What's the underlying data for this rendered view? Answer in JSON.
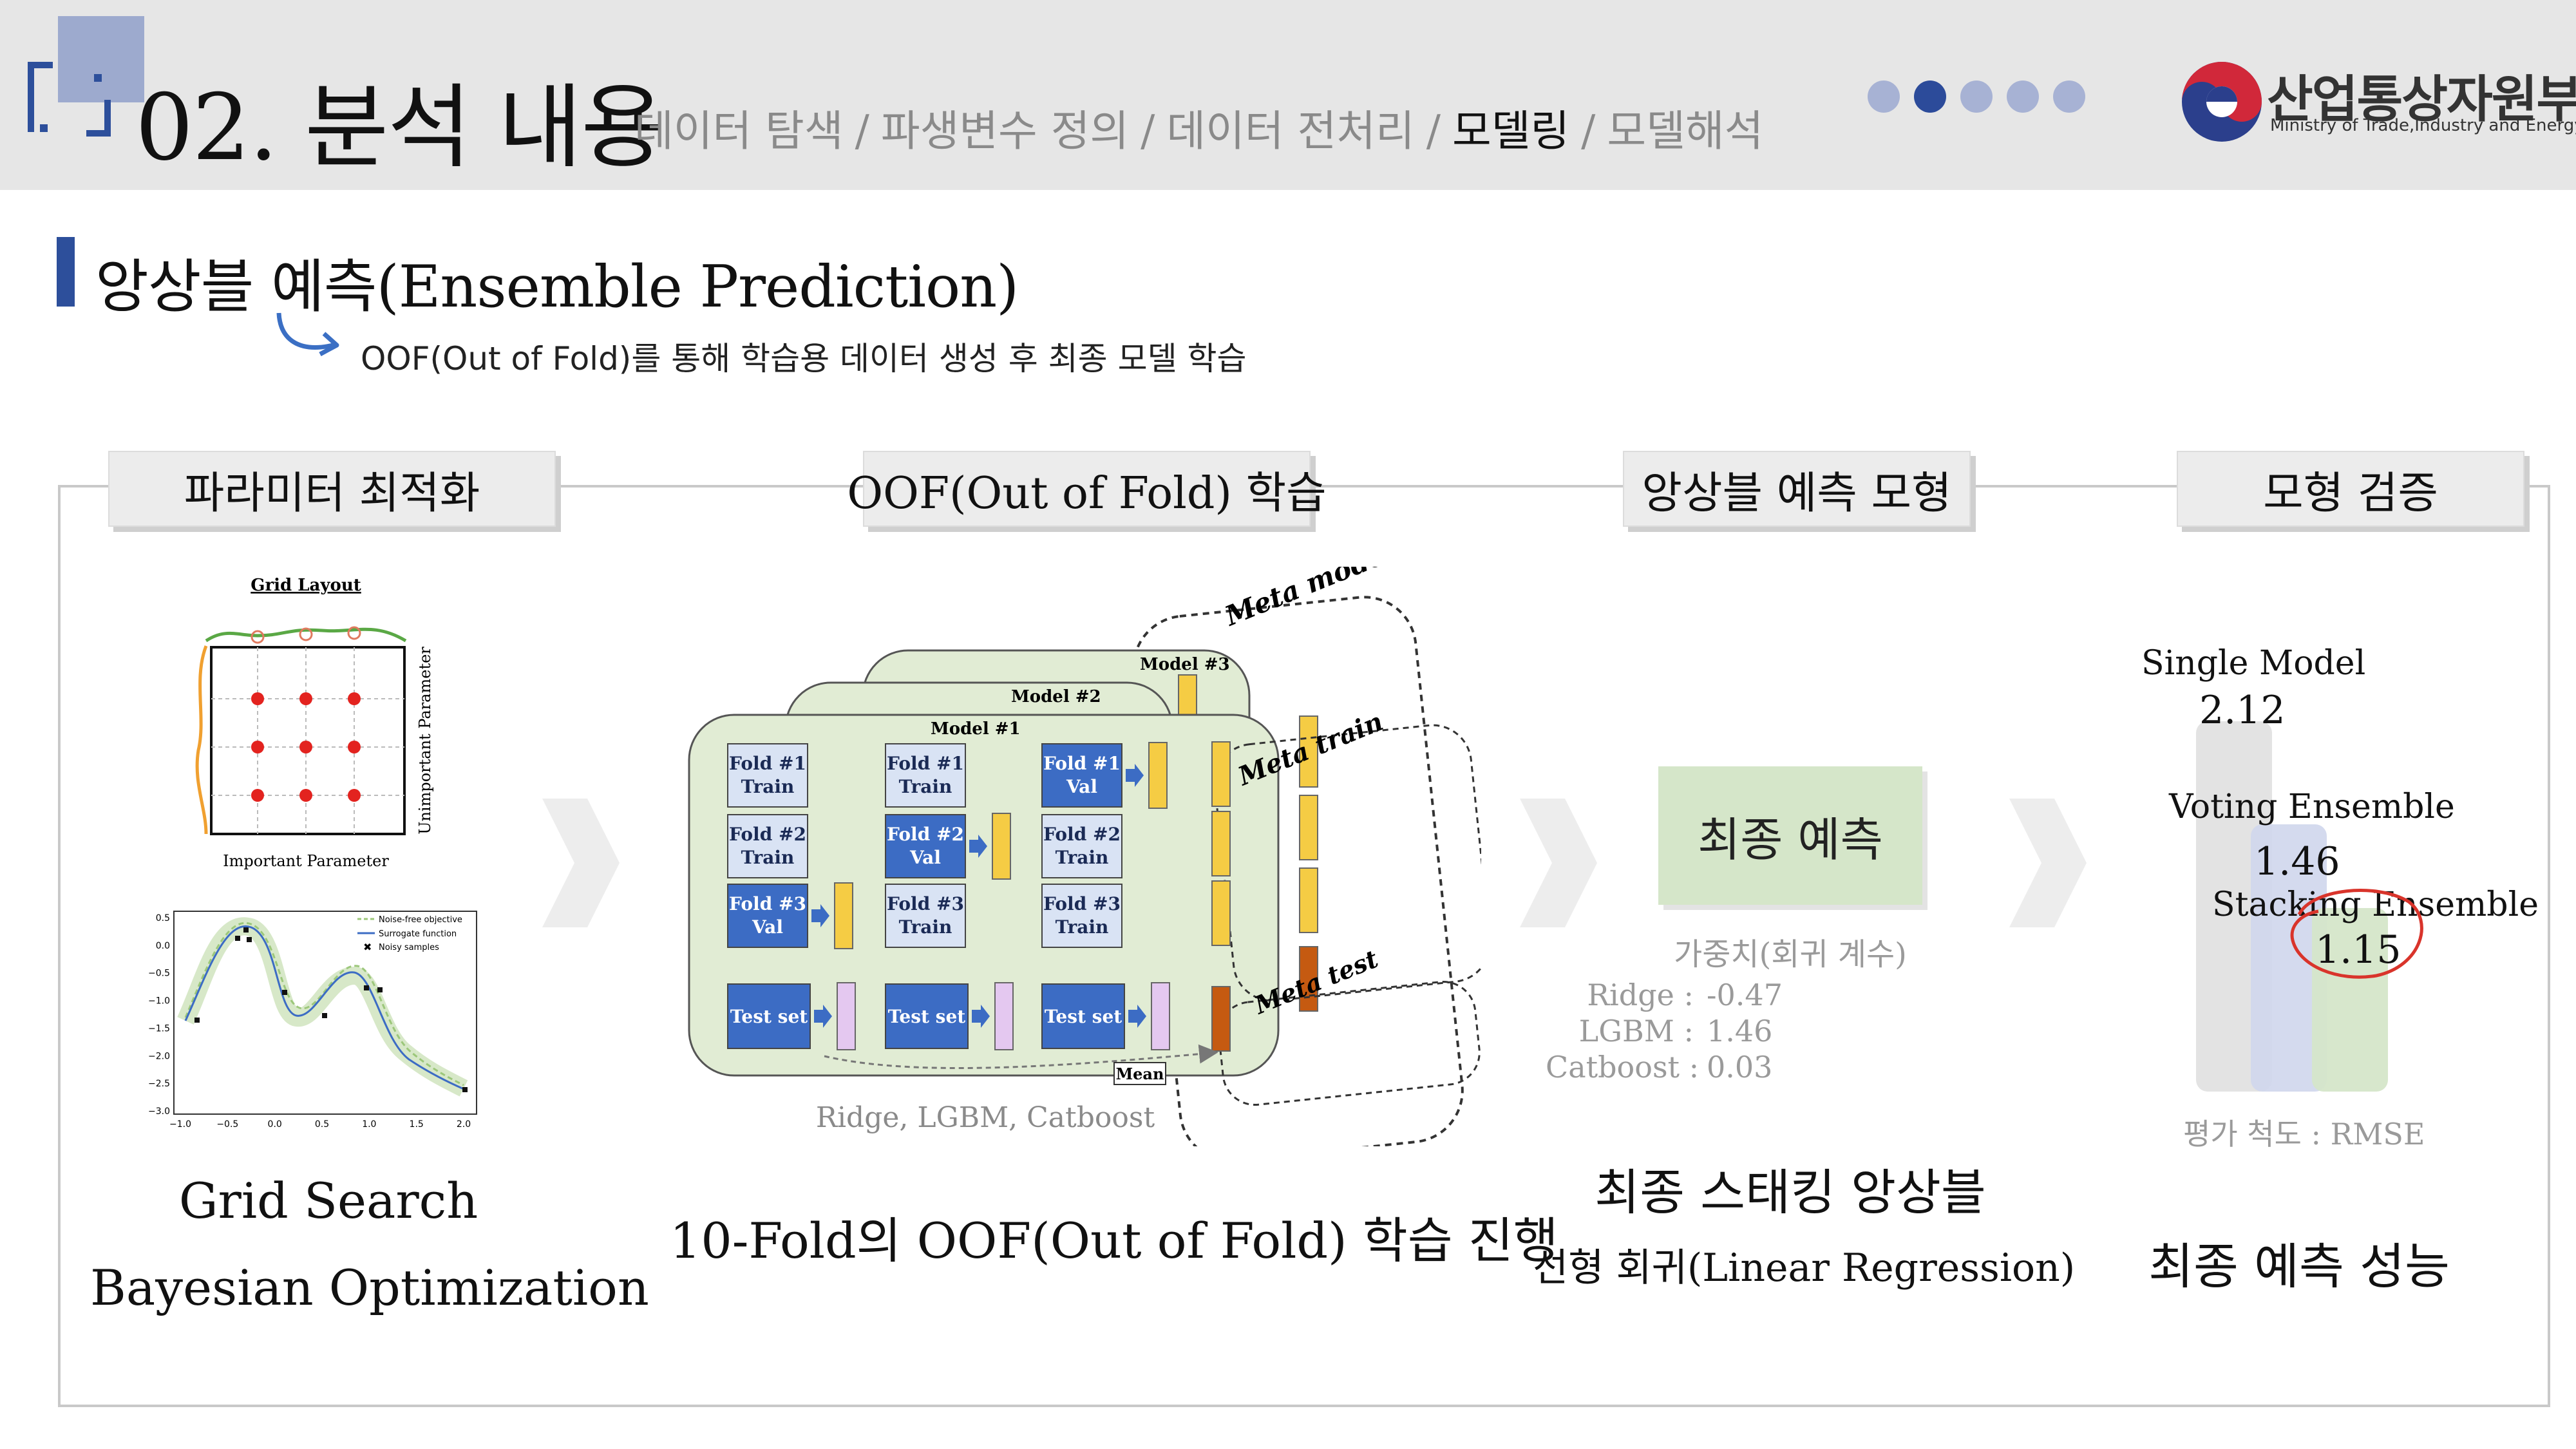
{
  "header": {
    "section_title": "02. 분석 내용",
    "breadcrumb": [
      {
        "label": "데이터 탐색",
        "active": false
      },
      {
        "label": "파생변수 정의",
        "active": false
      },
      {
        "label": "데이터 전처리",
        "active": false
      },
      {
        "label": "모델링",
        "active": true
      },
      {
        "label": "모델해석",
        "active": false
      }
    ],
    "breadcrumb_separator": "/",
    "page_dots": {
      "total": 5,
      "active_index": 1
    },
    "ministry": {
      "name_ko": "산업통상자원부",
      "name_en": "Ministry of Trade,Industry and Energy"
    }
  },
  "section": {
    "heading": "앙상블 예측(Ensemble Prediction)",
    "subheading": "OOF(Out of Fold)를 통해 학습용 데이터 생성 후 최종 모델 학습"
  },
  "columns": {
    "param": {
      "label": "파라미터 최적화",
      "caption_1": "Grid Search",
      "caption_2": "Bayesian Optimization",
      "grid_figure": {
        "title": "Grid Layout",
        "xlabel": "Important Parameter",
        "ylabel": "Unimportant Parameter"
      },
      "bayes_figure": {
        "legend": [
          "Noise-free objective",
          "Surrogate function",
          "Noisy samples"
        ],
        "yticks": [
          "0.5",
          "0.0",
          "−0.5",
          "−1.0",
          "−1.5",
          "−2.0",
          "−2.5",
          "−3.0"
        ],
        "xticks": [
          "−1.0",
          "−0.5",
          "0.0",
          "0.5",
          "1.0",
          "1.5",
          "2.0"
        ]
      }
    },
    "oof": {
      "label": "OOF(Out of Fold) 학습",
      "caption": "10-Fold의 OOF(Out of Fold) 학습 진행",
      "models": [
        "Model #1",
        "Model #2",
        "Model #3"
      ],
      "model_1_columns": [
        [
          "Fold #1\nTrain",
          "Fold #2\nTrain",
          "Fold #3\nVal",
          "Test set"
        ],
        [
          "Fold #1\nTrain",
          "Fold #2\nVal",
          "Fold #3\nTrain",
          "Test set"
        ],
        [
          "Fold #1\nVal",
          "Fold #2\nTrain",
          "Fold #3\nTrain",
          "Test set"
        ]
      ],
      "mean_label": "Mean",
      "meta_model": "Meta model",
      "meta_train": "Meta train",
      "meta_test": "Meta test",
      "base_models_note": "Ridge, LGBM, Catboost"
    },
    "ensemble": {
      "label": "앙상블 예측 모형",
      "final_box": "최종 예측",
      "weights_title": "가중치(회귀 계수)",
      "weights": [
        {
          "name": "Ridge :",
          "value": "-0.47"
        },
        {
          "name": "LGBM :",
          "value": "1.46"
        },
        {
          "name": "Catboost :",
          "value": "0.03"
        }
      ],
      "caption_title": "최종 스태킹 앙상블",
      "caption_sub": "선형 회귀(Linear Regression)"
    },
    "validate": {
      "label": "모형 검증",
      "results": [
        {
          "name": "Single Model",
          "value": "2.12"
        },
        {
          "name": "Voting Ensemble",
          "value": "1.46"
        },
        {
          "name": "Stacking Ensemble",
          "value": "1.15"
        }
      ],
      "metric": "평가 척도 : RMSE",
      "caption": "최종 예측 성능"
    }
  },
  "colors": {
    "accent_blue": "#2d4f9b",
    "fold_blue": "#3c6cc4",
    "fold_light": "#d9e3f4",
    "panel_green": "#e1ecd4",
    "meta_yellow": "#f5cc44",
    "meta_orange": "#c55a11",
    "test_violet": "#e4c8f0"
  }
}
